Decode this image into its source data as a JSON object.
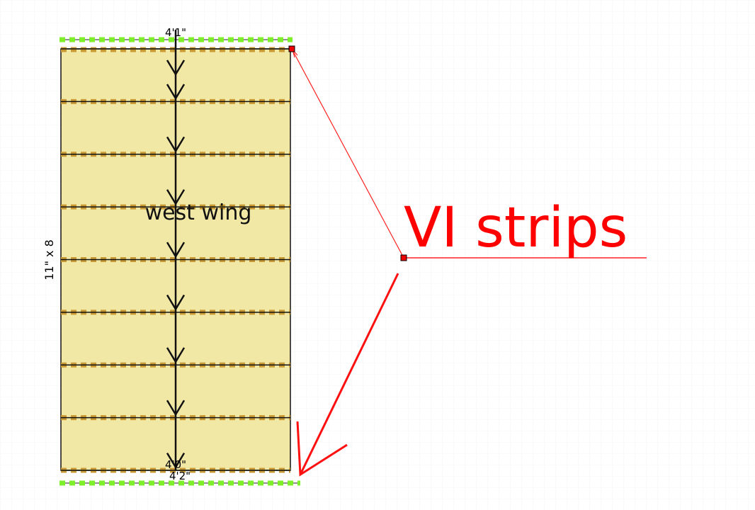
{
  "floor": {
    "label": "west wing",
    "dimension_label": "11\" x 8",
    "strip_count": 8,
    "top_label": "4'1\"",
    "bottom_label_upper": "4'0\"",
    "bottom_label_lower": "4'2\"",
    "fill_color": "#f2e8a6",
    "strip_color": "#c99a34",
    "edge_color": "#7ef02a"
  },
  "annotation": {
    "text": "VI strips",
    "color": "#ff0000"
  }
}
